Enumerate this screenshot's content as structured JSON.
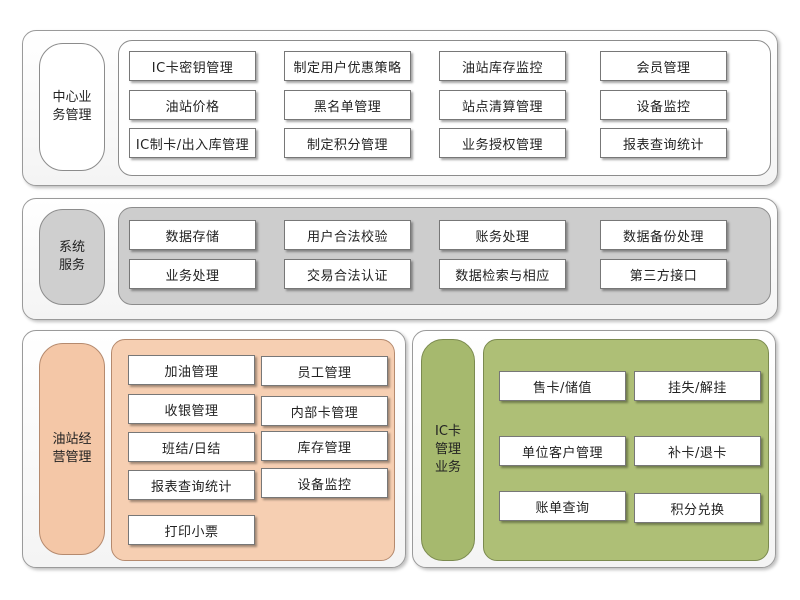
{
  "sections": {
    "central": {
      "label": "中心业\n务管理",
      "items": [
        "IC卡密钥管理",
        "制定用户优惠策略",
        "油站库存监控",
        "会员管理",
        "油站价格",
        "黑名单管理",
        "站点清算管理",
        "设备监控",
        "IC制卡/出入库管理",
        "制定积分管理",
        "业务授权管理",
        "报表查询统计"
      ]
    },
    "system": {
      "label": "系统\n服务",
      "items": [
        "数据存储",
        "用户合法校验",
        "账务处理",
        "数据备份处理",
        "业务处理",
        "交易合法认证",
        "数据检索与相应",
        "第三方接口"
      ]
    },
    "station": {
      "label": "油站经\n营管理",
      "items": [
        "加油管理",
        "员工管理",
        "收银管理",
        "内部卡管理",
        "班结/日结",
        "库存管理",
        "报表查询统计",
        "设备监控",
        "打印小票"
      ]
    },
    "iccard": {
      "label": "IC卡\n管理\n业务",
      "items": [
        "售卡/储值",
        "挂失/解挂",
        "单位客户管理",
        "补卡/退卡",
        "账单查询",
        "积分兑换"
      ]
    }
  },
  "colors": {
    "station_fill": "#f6cfb2",
    "iccard_fill": "#aebf76",
    "system_fill": "#cdcdcd"
  }
}
